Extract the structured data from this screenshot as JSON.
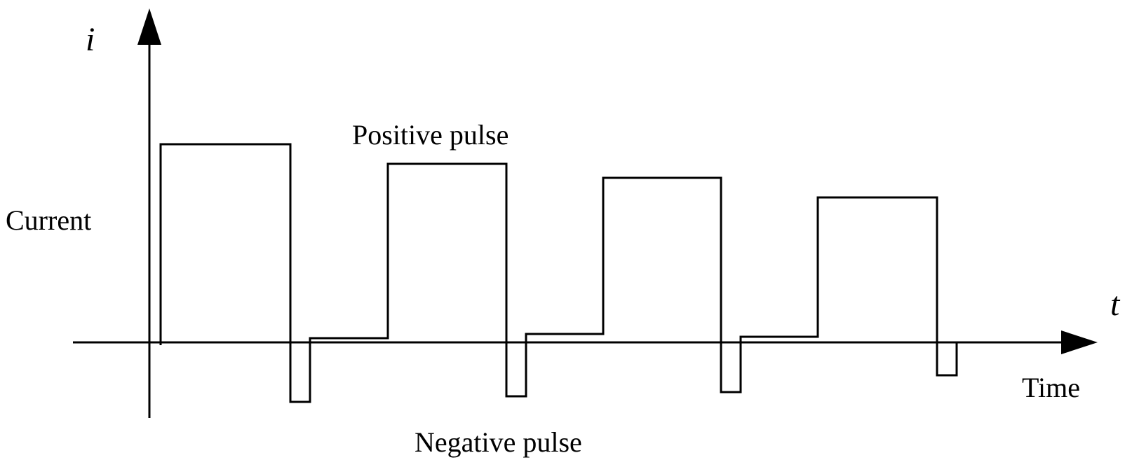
{
  "labels": {
    "y_symbol": "i",
    "x_symbol": "t",
    "y_label": "Current",
    "x_label": "Time",
    "positive_pulse": "Positive pulse",
    "negative_pulse": "Negative pulse"
  },
  "colors": {
    "line": "#000000",
    "background": "#ffffff"
  }
}
